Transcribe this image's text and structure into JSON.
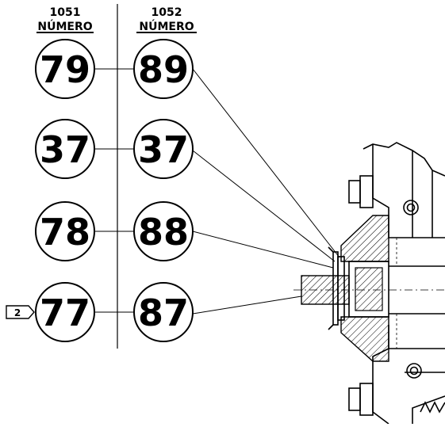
{
  "columns": [
    {
      "code": "1051",
      "label": "NÚMERO"
    },
    {
      "code": "1052",
      "label": "NÚMERO"
    }
  ],
  "rows": [
    {
      "left": "79",
      "right": "89"
    },
    {
      "left": "37",
      "right": "37"
    },
    {
      "left": "78",
      "right": "88"
    },
    {
      "left": "77",
      "right": "87"
    }
  ],
  "reference_marker": "2"
}
